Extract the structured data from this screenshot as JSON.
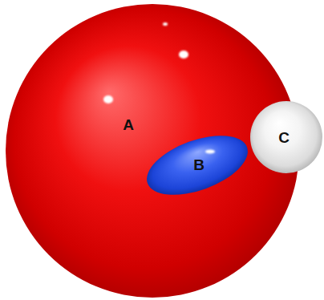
{
  "diagram": {
    "nodes": [
      {
        "text": [
          "A"
        ]
      },
      {
        "text": [
          "B"
        ],
        "in": 0
      },
      {
        "text": [
          "C"
        ]
      }
    ]
  }
}
